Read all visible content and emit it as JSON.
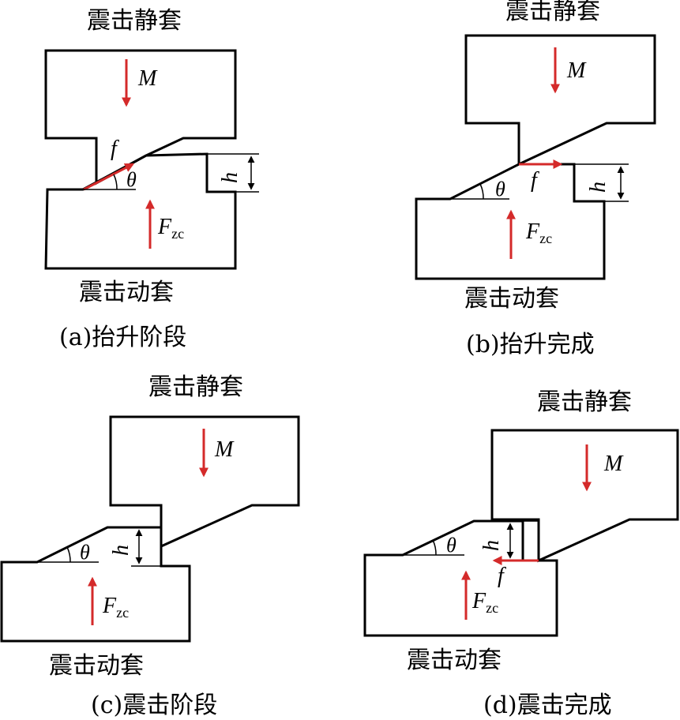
{
  "panels": {
    "a": {
      "static_sleeve": "震击静套",
      "moving_sleeve": "震击动套",
      "caption": "(a)抬升阶段",
      "mass": "M",
      "friction": "f",
      "angle": "θ",
      "height": "h",
      "force": "F",
      "force_sub": "zc"
    },
    "b": {
      "static_sleeve": "震击静套",
      "moving_sleeve": "震击动套",
      "caption": "(b)抬升完成",
      "mass": "M",
      "friction": "f",
      "angle": "θ",
      "height": "h",
      "force": "F",
      "force_sub": "zc"
    },
    "c": {
      "static_sleeve": "震击静套",
      "moving_sleeve": "震击动套",
      "caption": "(c)震击阶段",
      "mass": "M",
      "angle": "θ",
      "height": "h",
      "force": "F",
      "force_sub": "zc"
    },
    "d": {
      "static_sleeve": "震击静套",
      "moving_sleeve": "震击动套",
      "caption": "(d)震击完成",
      "mass": "M",
      "friction": "f",
      "angle": "θ",
      "height": "h",
      "force": "F",
      "force_sub": "zc"
    }
  },
  "colors": {
    "outline": "#000000",
    "force_arrow": "#d42a2a"
  }
}
